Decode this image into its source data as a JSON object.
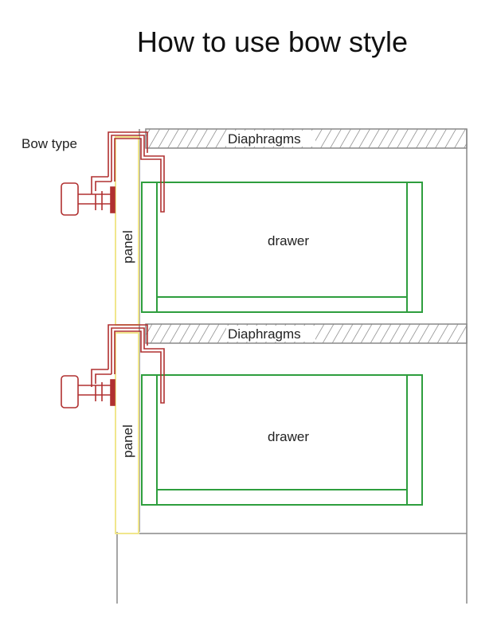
{
  "title": "How to use bow style",
  "labels": {
    "bow_type": "Bow type",
    "diaphragm_top": "Diaphragms",
    "diaphragm_middle": "Diaphragms",
    "drawer_top": "drawer",
    "drawer_bottom": "drawer",
    "panel_top": "panel",
    "panel_bottom": "panel"
  },
  "colors": {
    "bow": "#b03030",
    "panel": "#f0e68c",
    "drawer": "#2e9e3e",
    "frame": "#888888",
    "hatch": "#999999"
  }
}
